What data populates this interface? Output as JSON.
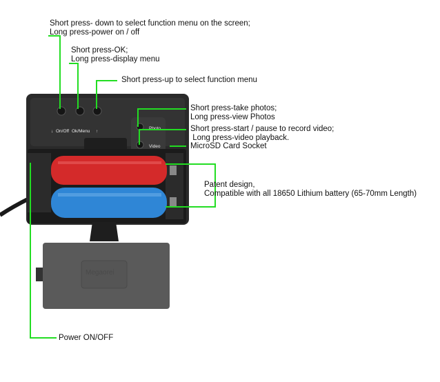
{
  "callouts": {
    "down": [
      "Short press- down to select function menu on the screen;",
      "Long press-power on / off"
    ],
    "ok": [
      "Short press-OK;",
      "Long press-display menu"
    ],
    "up": [
      "Short press-up to select function menu"
    ],
    "photo": [
      "Short press-take photos;",
      "Long press-view Photos"
    ],
    "video": [
      "Short press-start / pause to record video;",
      " Long press-video playback."
    ],
    "sd": [
      "MicroSD Card Socket"
    ],
    "battery": [
      "Patent design,",
      "Compatible with all 18650 Lithium battery (65-70mm Length)"
    ],
    "power": [
      "Power ON/OFF"
    ]
  },
  "device_labels": {
    "onoff": "On/Off",
    "okmenu": "Ok/Menu",
    "photo": "Photo",
    "video": "Video",
    "brand": "Megaorei"
  },
  "colors": {
    "leader": "#22dd22",
    "housing": "#2a2a2a",
    "battery_red": "#d42a2a",
    "battery_blue": "#2f86d6",
    "cover": "#5a5a5a"
  }
}
